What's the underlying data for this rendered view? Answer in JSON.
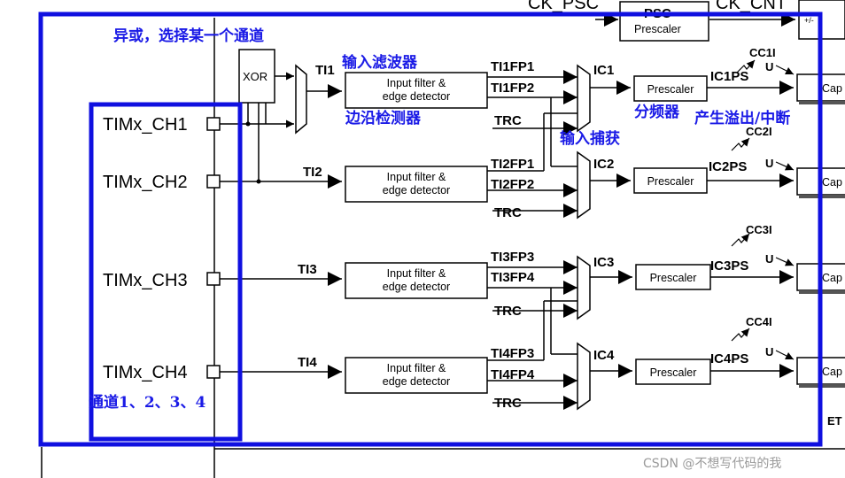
{
  "header": {
    "ck_psc": "CK_PSC",
    "psc": "PSC",
    "prescaler": "Prescaler",
    "ck_cnt": "CK_CNT",
    "counter_sign": "+/-"
  },
  "annotations": {
    "xor_select": "异或，选择某一个通道",
    "input_filter": "输入滤波器",
    "edge_detector": "边沿检测器",
    "input_capture": "输入捕获",
    "divider": "分频器",
    "overflow_interrupt": "产生溢出/中断",
    "channels": "通道1、2、3、4"
  },
  "pins": [
    "TIMx_CH1",
    "TIMx_CH2",
    "TIMx_CH3",
    "TIMx_CH4"
  ],
  "xor_label": "XOR",
  "ti": [
    "TI1",
    "TI2",
    "TI3",
    "TI4"
  ],
  "filter_box": {
    "line1": "Input filter &",
    "line2": "edge detector"
  },
  "filter_outputs": [
    [
      "TI1FP1",
      "TI1FP2"
    ],
    [
      "TI2FP1",
      "TI2FP2"
    ],
    [
      "TI3FP3",
      "TI3FP4"
    ],
    [
      "TI4FP3",
      "TI4FP4"
    ]
  ],
  "trc": "TRC",
  "ic": [
    "IC1",
    "IC2",
    "IC3",
    "IC4"
  ],
  "prescaler": "Prescaler",
  "icps": [
    "IC1PS",
    "IC2PS",
    "IC3PS",
    "IC4PS"
  ],
  "cci": [
    "CC1I",
    "CC2I",
    "CC3I",
    "CC4I"
  ],
  "u_label": "U",
  "capture_label": "Cap",
  "etr_label": "ET",
  "watermark": "CSDN @不想写代码的我",
  "colors": {
    "annotation": "#1a1ae6",
    "highlight_border": "#1010e0",
    "wire": "#000000"
  }
}
